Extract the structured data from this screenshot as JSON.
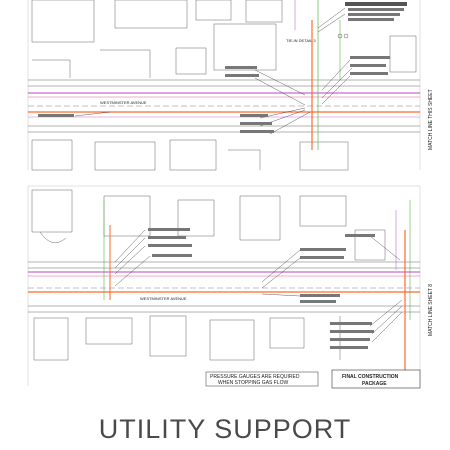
{
  "caption": "UTILITY SUPPORT",
  "panel_top": {
    "street_label": "WESTMINSTER AVENUE",
    "match_line": "MATCH LINE THIS SHEET",
    "detail_tag": "TIE-IN DETAIL 3"
  },
  "panel_bottom": {
    "street_label": "WESTMINSTER AVENUE",
    "match_line": "MATCH LINE SHEET 8",
    "note_line1": "PRESSURE GAUGES ARE REQUIRED",
    "note_line2": "WHEN STOPPING GAS FLOW",
    "title_line1": "FINAL CONSTRUCTION",
    "title_line2": "PACKAGE"
  },
  "colors": {
    "gas_main": "#ff6a2e",
    "utility_purple": "#c56ad6",
    "pink_line": "#f08fb6",
    "green_line": "#5bb14a",
    "linework": "#555555",
    "caption": "#4a4a4a"
  }
}
